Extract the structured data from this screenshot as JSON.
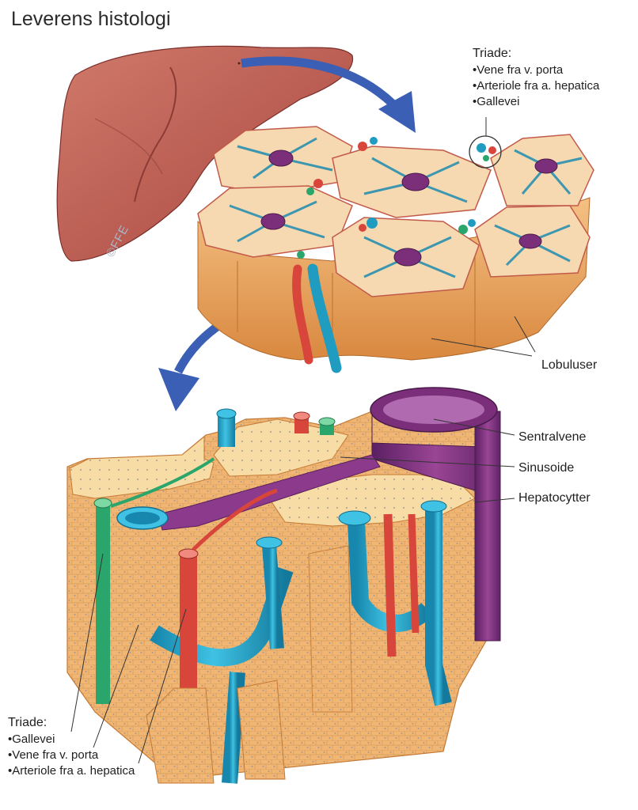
{
  "title": "Leverens histologi",
  "copyright": "©FFE",
  "triade_top": {
    "heading": "Triade:",
    "items": [
      "Vene fra v. porta",
      "Arteriole fra a. hepatica",
      "Gallevei"
    ]
  },
  "triade_bottom": {
    "heading": "Triade:",
    "items": [
      "Gallevei",
      "Vene fra v. porta",
      "Arteriole fra a. hepatica"
    ]
  },
  "labels": {
    "lobuluser": "Lobuluser",
    "sentralvene": "Sentralvene",
    "sinusoide": "Sinusoide",
    "hepatocytter": "Hepatocytter"
  },
  "colors": {
    "liver": "#b85a50",
    "hepatocyte": "#f2b56e",
    "portal_vein": "#1f9cbf",
    "arteriole": "#d8453b",
    "bile_duct": "#2aa56b",
    "central_vein": "#7b2f7a",
    "arrow": "#3a5fb5"
  }
}
